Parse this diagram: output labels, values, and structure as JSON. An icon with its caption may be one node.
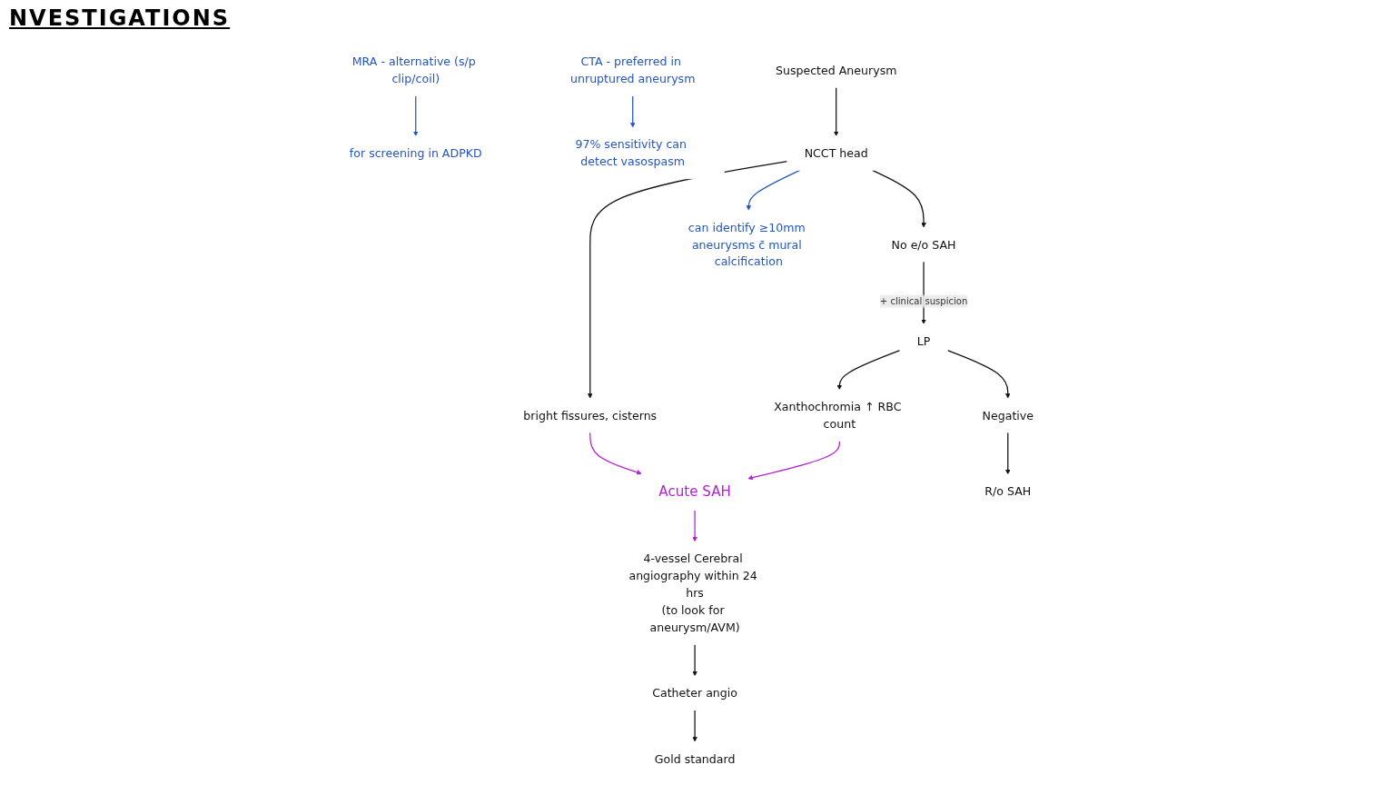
{
  "diagram": {
    "title": "NVESTIGATIONS",
    "nodes": [
      {
        "text": [
          "Suspected Aneurysm"
        ]
      },
      {
        "text": [
          "NCCT head"
        ]
      },
      {
        "text": [
          "can identify ≥10mm aneurysms c̄ mural calcification"
        ]
      },
      {
        "text": [
          "bright fissures, cisterns"
        ]
      },
      {
        "text": [
          "No e/o SAH"
        ]
      },
      {
        "text": [
          "LP"
        ]
      },
      {
        "text": [
          "Xanthochromia ↑ RBC count"
        ]
      },
      {
        "text": [
          "Negative"
        ]
      },
      {
        "text": [
          "R/o SAH"
        ]
      },
      {
        "text": [
          "Acute SAH"
        ]
      },
      {
        "text": [
          "4-vessel Cerebral angiography within 24 hrs",
          "(to look for aneurysm/AVM)"
        ]
      },
      {
        "text": [
          "Catheter angio"
        ]
      },
      {
        "text": [
          "Gold standard"
        ]
      },
      {
        "text": [
          "CTA - preferred in unruptured aneurysm"
        ]
      },
      {
        "text": [
          "97% sensitivity can detect vasospasm"
        ]
      },
      {
        "text": [
          "MRA - alternative (s/p clip/coil)"
        ]
      },
      {
        "text": [
          "for screening in ADPKD"
        ]
      }
    ],
    "edges": [
      {
        "from": 0,
        "to": 1,
        "arrow": "to"
      },
      {
        "from": 1,
        "to": 2,
        "arrow": "to",
        "color": "#2456c0"
      },
      {
        "from": 1,
        "to": 3,
        "arrow": "to"
      },
      {
        "from": 1,
        "to": 4,
        "arrow": "to"
      },
      {
        "from": 4,
        "to": 5,
        "arrow": "to",
        "label": "+ clinical suspicion"
      },
      {
        "from": 5,
        "to": 6,
        "arrow": "to"
      },
      {
        "from": 5,
        "to": 7,
        "arrow": "to"
      },
      {
        "from": 7,
        "to": 8,
        "arrow": "to"
      },
      {
        "from": 3,
        "to": 9,
        "arrow": "to",
        "color": "#b41ed2"
      },
      {
        "from": 6,
        "to": 9,
        "arrow": "to",
        "color": "#b41ed2"
      },
      {
        "from": 9,
        "to": 10,
        "arrow": "to",
        "color": "#b41ed2"
      },
      {
        "from": 10,
        "to": 11,
        "arrow": "to"
      },
      {
        "from": 11,
        "to": 12,
        "arrow": "to"
      },
      {
        "from": 13,
        "to": 14,
        "arrow": "to",
        "color": "#2456c0"
      },
      {
        "from": 15,
        "to": 16,
        "arrow": "to",
        "color": "#2456c0"
      }
    ]
  }
}
